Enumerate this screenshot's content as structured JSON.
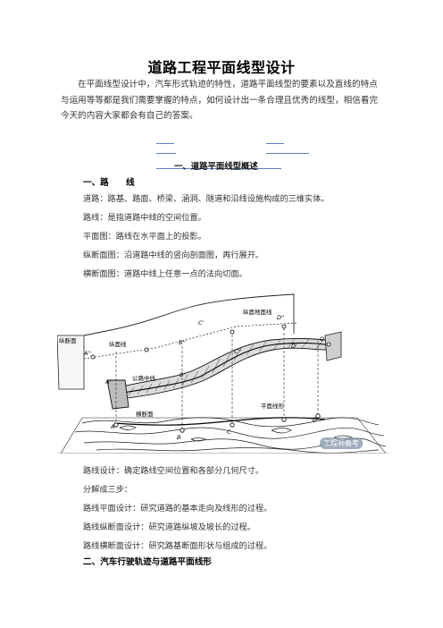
{
  "doc": {
    "title": "道路工程平面线型设计",
    "intro": "在平面线型设计中，汽车形式轨迹的特性，道路平面线型的要素以及直线的特点与运用等等都是我们需要掌握的特点，如何设计出一条合理且优秀的线型，相信看完今天的内容大家都会有自己的答案。",
    "toc_heading": "一、道路平面线型概述",
    "section1": {
      "heading": "一、路　　线",
      "lines": [
        "道路：路基、路面、桥梁、涵洞、隧道和沿线设施构成的三维实体。",
        "路线：是指道路中线的空间位置。",
        "平面图：路线在水平面上的投影。",
        "纵断面图：沿道路中线的竖向剖面图，再行展开。",
        "横断面图：道路中线上任意一点的法向切面。"
      ]
    },
    "figure": {
      "labels": {
        "zongmian_dimian": "纵面地面线",
        "zongduanmian": "纵断面",
        "zongmianxian": "纵面线",
        "gonglu_zhongxian": "公路中线",
        "hengduanmian": "横断面",
        "pingmian_xianxing": "平面线形",
        "pt_A": "A",
        "pt_A1": "A'",
        "pt_A2": "A''",
        "pt_B": "B",
        "pt_B1": "B'",
        "pt_B2": "B''",
        "pt_C": "C",
        "pt_C1": "C'",
        "pt_C2": "C''",
        "pt_D": "D",
        "pt_D1": "D'",
        "pt_D2": "D''",
        "pt_O": "O"
      },
      "watermark": "工程师备考"
    },
    "section1_after": [
      "路线设计：确定路线空间位置和各部分几何尺寸。",
      "分解成三步：",
      "路线平面设计：研究道路的基本走向及线形的过程。",
      "路线纵断面设计：研究道路纵坡及坡长的过程。",
      "路线横断面设计：研究路基断面形状与组成的过程。"
    ],
    "section2_heading": "二、汽车行驶轨迹与道路平面线形"
  }
}
